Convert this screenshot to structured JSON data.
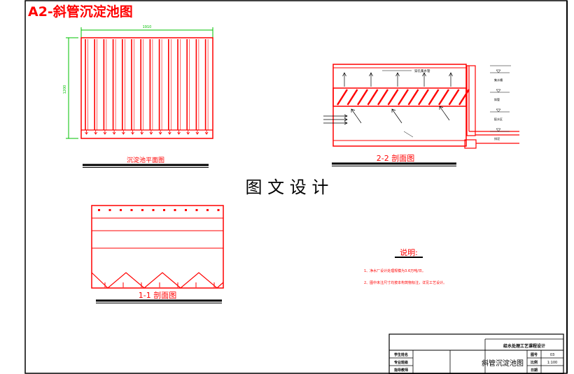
{
  "sheet_title": "A2-斜管沉淀池图",
  "watermark": "图 文 设 计",
  "views": {
    "plan": {
      "label": "沉淀池平面图",
      "dim_top": "1910",
      "dim_left": "1200"
    },
    "section_22": {
      "label": "2-2 剖面图",
      "callout": "穿孔集水管",
      "side_labels": [
        "集水槽",
        "斜管",
        "配水区",
        "排泥"
      ]
    },
    "section_11": {
      "label": "1-1 剖面图"
    }
  },
  "notes": {
    "heading": "说明:",
    "items": [
      "1、净水厂设计处理规模为3.6万吨/日。",
      "2、图中未注尺寸均按本构筑物标注，详见工艺设计。"
    ]
  },
  "title_block": {
    "project": "给水处理工艺课程设计",
    "drawing_name": "斜管沉淀池图",
    "rows_left": [
      "学生姓名",
      "专业班级",
      "指导教师"
    ],
    "fields": [
      {
        "label": "图号",
        "value": "03"
      },
      {
        "label": "比例",
        "value": "1:100"
      },
      {
        "label": "日期",
        "value": ""
      }
    ]
  },
  "colors": {
    "red": "#ff0000",
    "green": "#00c000",
    "black": "#000000",
    "pink": "#ff7f7f"
  }
}
